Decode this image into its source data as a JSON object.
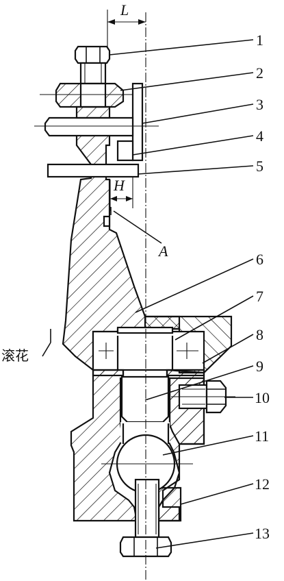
{
  "dimensions": {
    "L": "L",
    "H": "H",
    "A": "A"
  },
  "side_label": "滚花",
  "callouts": [
    "1",
    "2",
    "3",
    "4",
    "5",
    "6",
    "7",
    "8",
    "9",
    "10",
    "11",
    "12",
    "13"
  ]
}
